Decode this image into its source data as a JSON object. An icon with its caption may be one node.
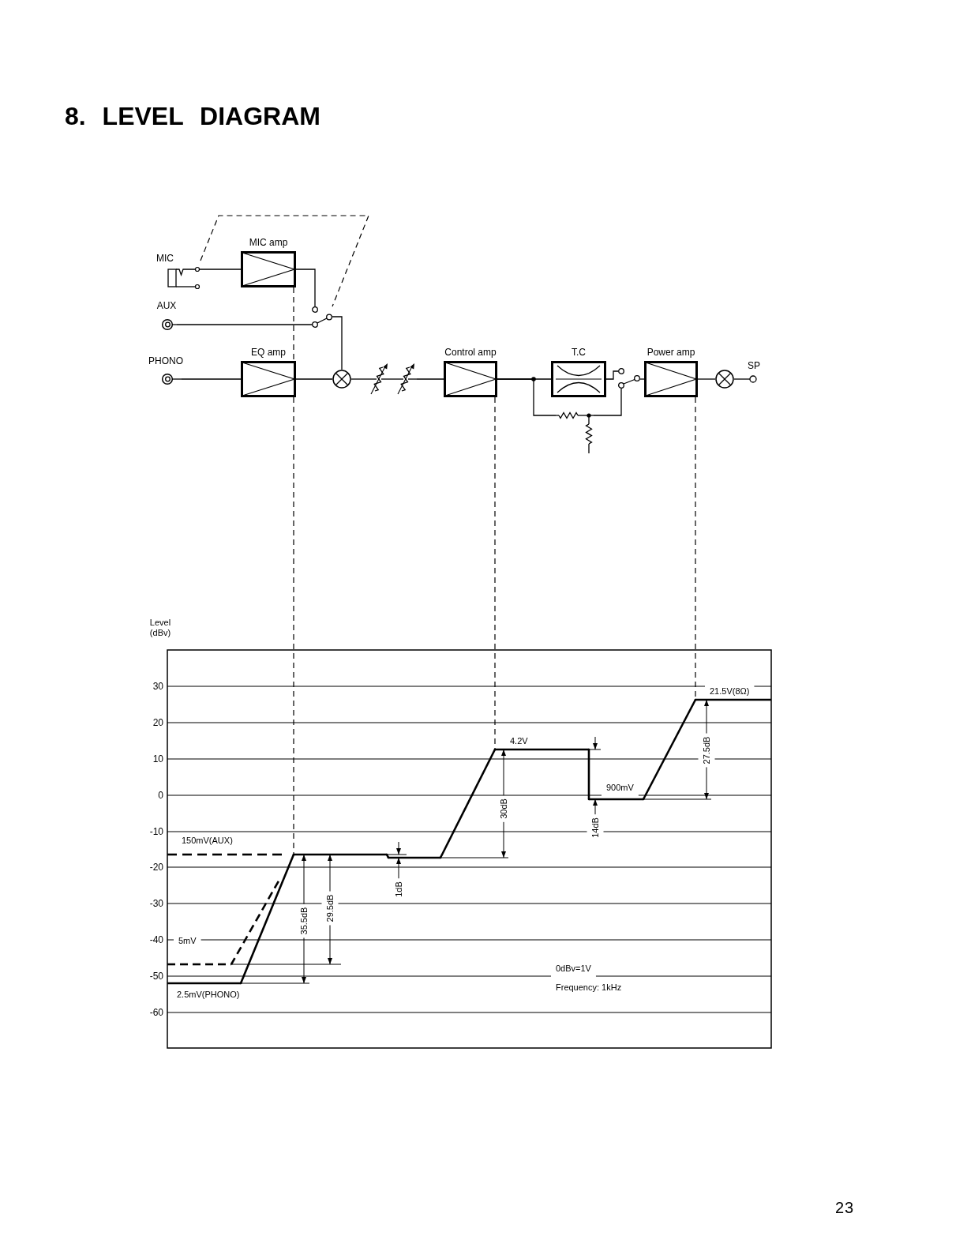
{
  "diagram": {
    "title": "8. LEVEL DIAGRAM",
    "nodes": [
      {
        "text": [
          "MIC"
        ]
      },
      {
        "text": [
          "MIC amp"
        ]
      },
      {
        "text": [
          "AUX"
        ]
      },
      {
        "text": [],
        "shape": "switch"
      },
      {
        "text": [
          "PHONO"
        ]
      },
      {
        "text": [
          "EQ amp"
        ]
      },
      {
        "text": [],
        "shape": "circle"
      },
      {
        "text": [],
        "shape": "resistor"
      },
      {
        "text": [],
        "shape": "resistor"
      },
      {
        "text": [
          "Control amp"
        ]
      },
      {
        "text": [
          "T.C"
        ]
      },
      {
        "text": [],
        "shape": "switch"
      },
      {
        "text": [
          "Power amp"
        ]
      },
      {
        "text": [],
        "shape": "circle"
      },
      {
        "text": [
          "SP"
        ]
      },
      {
        "text": [],
        "shape": "resistor"
      },
      {
        "text": [],
        "shape": "line"
      }
    ],
    "edges": [
      {
        "from": 0,
        "to": 1,
        "arrow": "none"
      },
      {
        "from": 0,
        "to": 3,
        "arrow": "none",
        "style": "dashed"
      },
      {
        "from": 1,
        "to": 3,
        "arrow": "none"
      },
      {
        "from": 2,
        "to": 3,
        "arrow": "none"
      },
      {
        "from": 4,
        "to": 5,
        "arrow": "none"
      },
      {
        "from": 3,
        "to": 6,
        "arrow": "none"
      },
      {
        "from": 5,
        "to": 6,
        "arrow": "none"
      },
      {
        "from": 6,
        "to": 7,
        "arrow": "none"
      },
      {
        "from": 7,
        "to": 8,
        "arrow": "none"
      },
      {
        "from": 8,
        "to": 9,
        "arrow": "none"
      },
      {
        "from": 9,
        "to": 10,
        "arrow": "none"
      },
      {
        "from": 9,
        "to": 15,
        "arrow": "none"
      },
      {
        "from": 10,
        "to": 11,
        "arrow": "none"
      },
      {
        "from": 15,
        "to": 11,
        "arrow": "none"
      },
      {
        "from": 11,
        "to": 12,
        "arrow": "none"
      },
      {
        "from": 12,
        "to": 13,
        "arrow": "none"
      },
      {
        "from": 13,
        "to": 14,
        "arrow": "none"
      },
      {
        "from": 1,
        "to": 5,
        "arrow": "none",
        "style": "dashed"
      },
      {
        "from": 5,
        "to": 16,
        "arrow": "none",
        "style": "dashed"
      },
      {
        "from": 9,
        "to": 16,
        "arrow": "none",
        "style": "dashed"
      },
      {
        "from": 12,
        "to": 16,
        "arrow": "none",
        "style": "dashed"
      }
    ],
    "labels": [
      "Level (dBv)",
      "30",
      "21.5V(8Ω)",
      "20",
      "4.2V",
      "10",
      "27.5dB",
      "0",
      "900mV",
      "30dB",
      "-10",
      "14dB",
      "150mV(AUX)",
      "-20",
      "1dB",
      "35.5dB",
      "29.5dB",
      "-30",
      "-40",
      "5mV",
      "-50",
      "0dBv=1V",
      "2.5mV(PHONO)",
      "Frequency: 1kHz",
      "-60",
      "23"
    ]
  }
}
